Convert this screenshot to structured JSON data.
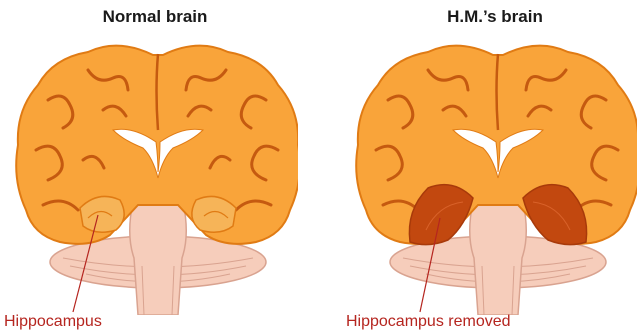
{
  "panels": [
    {
      "title": "Normal brain",
      "callout": "Hippocampus"
    },
    {
      "title": "H.M.’s brain",
      "callout": "Hippocampus removed"
    }
  ],
  "colors": {
    "cortex_fill": "#f9a43a",
    "cortex_outline": "#e07b14",
    "sulci": "#c55a10",
    "brainstem": "#f6cdbb",
    "brainstem_line": "#d9a390",
    "ventricle": "#ffffff",
    "hippocampus": "#f29b35",
    "cavity": "#c2480f",
    "label": "#b5251f"
  }
}
